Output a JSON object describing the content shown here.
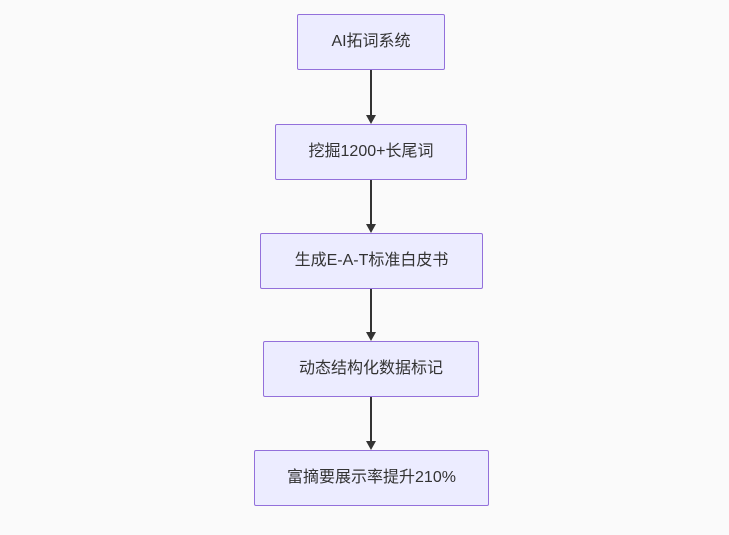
{
  "flowchart": {
    "direction": "top-down",
    "colors": {
      "page_bg": "#fafafa",
      "node_fill": "#ECECFF",
      "node_border": "#9370DB",
      "edge_color": "#333333",
      "text_color": "#333333"
    },
    "nodes": [
      {
        "id": "n1",
        "label": "AI拓词系统"
      },
      {
        "id": "n2",
        "label": "挖掘1200+长尾词"
      },
      {
        "id": "n3",
        "label": "生成E-A-T标准白皮书"
      },
      {
        "id": "n4",
        "label": "动态结构化数据标记"
      },
      {
        "id": "n5",
        "label": "富摘要展示率提升210%"
      }
    ],
    "edges": [
      {
        "from": "n1",
        "to": "n2"
      },
      {
        "from": "n2",
        "to": "n3"
      },
      {
        "from": "n3",
        "to": "n4"
      },
      {
        "from": "n4",
        "to": "n5"
      }
    ]
  }
}
